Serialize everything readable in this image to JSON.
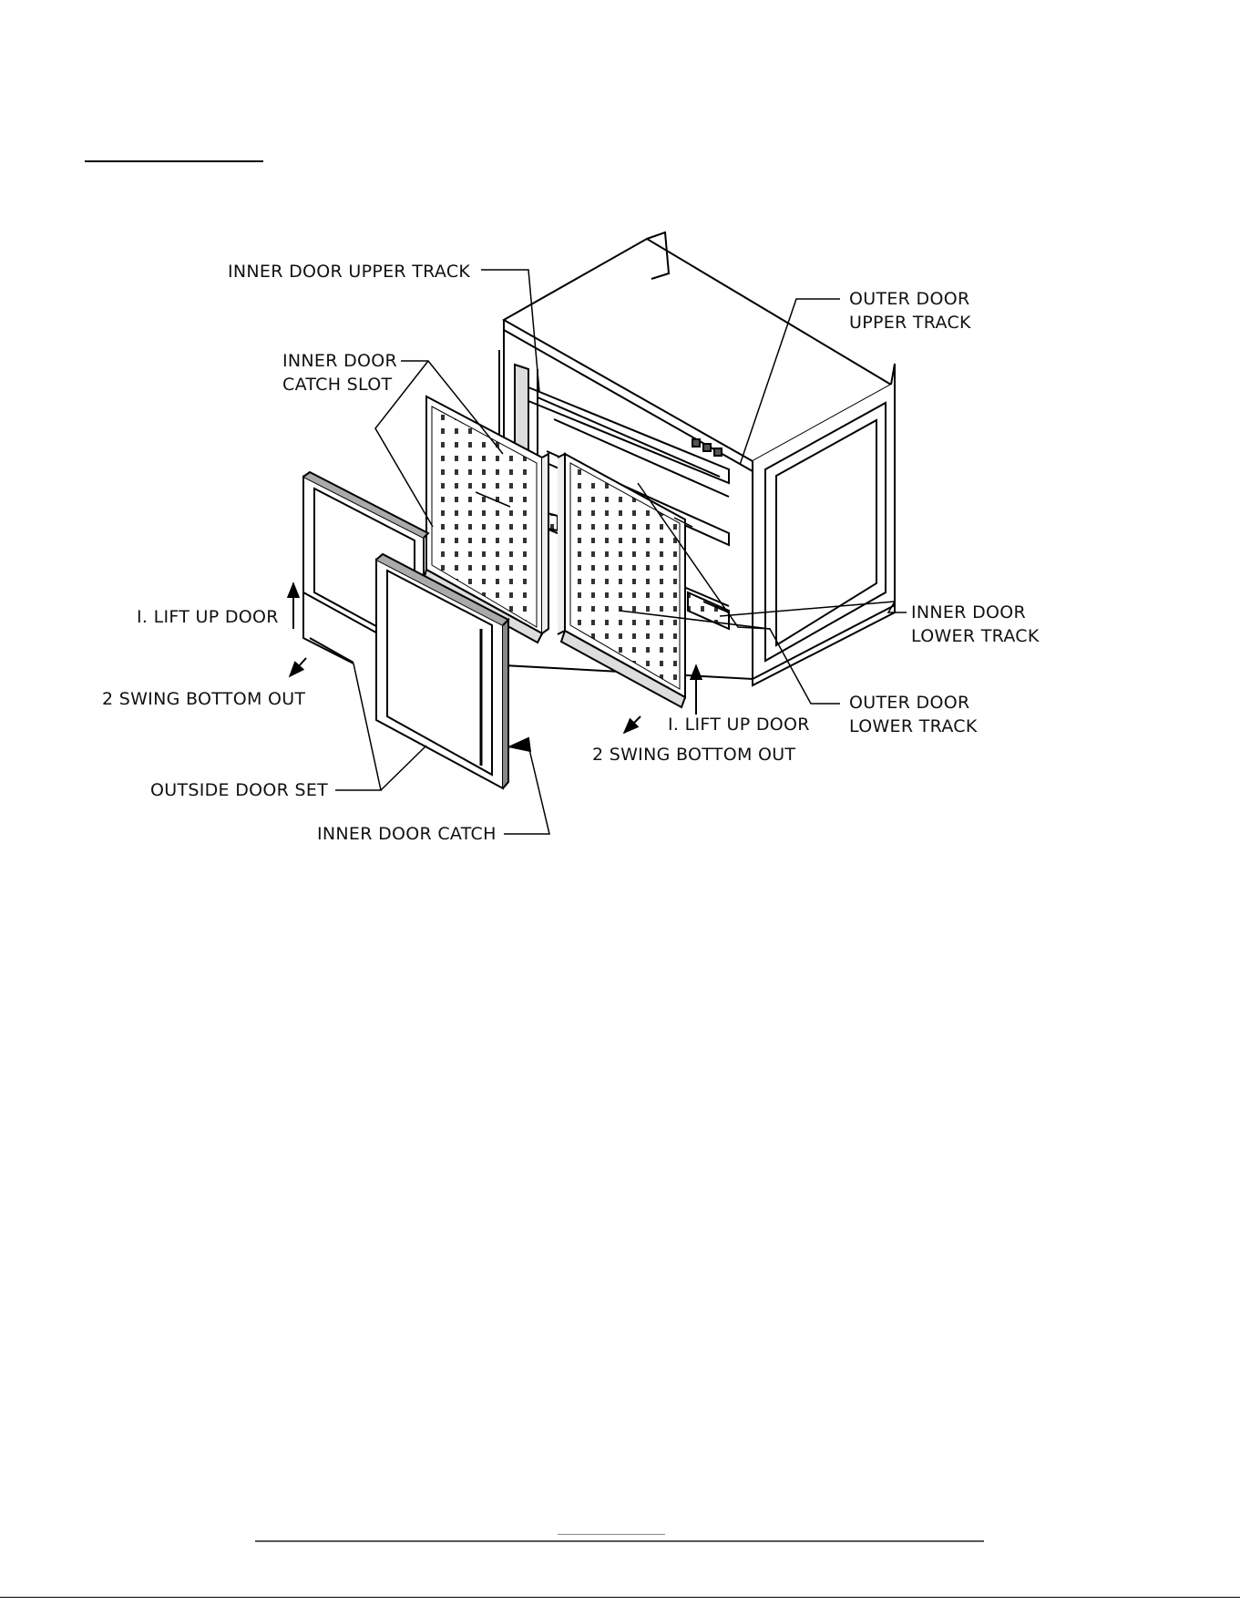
{
  "diagram": {
    "labels": {
      "inner_door_upper_track": "INNER DOOR UPPER TRACK",
      "inner_door_catch_slot_1": "INNER DOOR",
      "inner_door_catch_slot_2": "CATCH SLOT",
      "outer_door_upper_track_1": "OUTER DOOR",
      "outer_door_upper_track_2": "UPPER TRACK",
      "inner_door_lower_track_1": "INNER DOOR",
      "inner_door_lower_track_2": "LOWER TRACK",
      "outer_door_lower_track_1": "OUTER DOOR",
      "outer_door_lower_track_2": "LOWER TRACK",
      "left_lift_up": "I. LIFT UP DOOR",
      "left_swing_out": "2 SWING BOTTOM OUT",
      "right_lift_up": "I. LIFT UP DOOR",
      "right_swing_out": "2 SWING BOTTOM OUT",
      "outside_door_set": "OUTSIDE DOOR SET",
      "inner_door_catch": "INNER DOOR CATCH"
    }
  }
}
